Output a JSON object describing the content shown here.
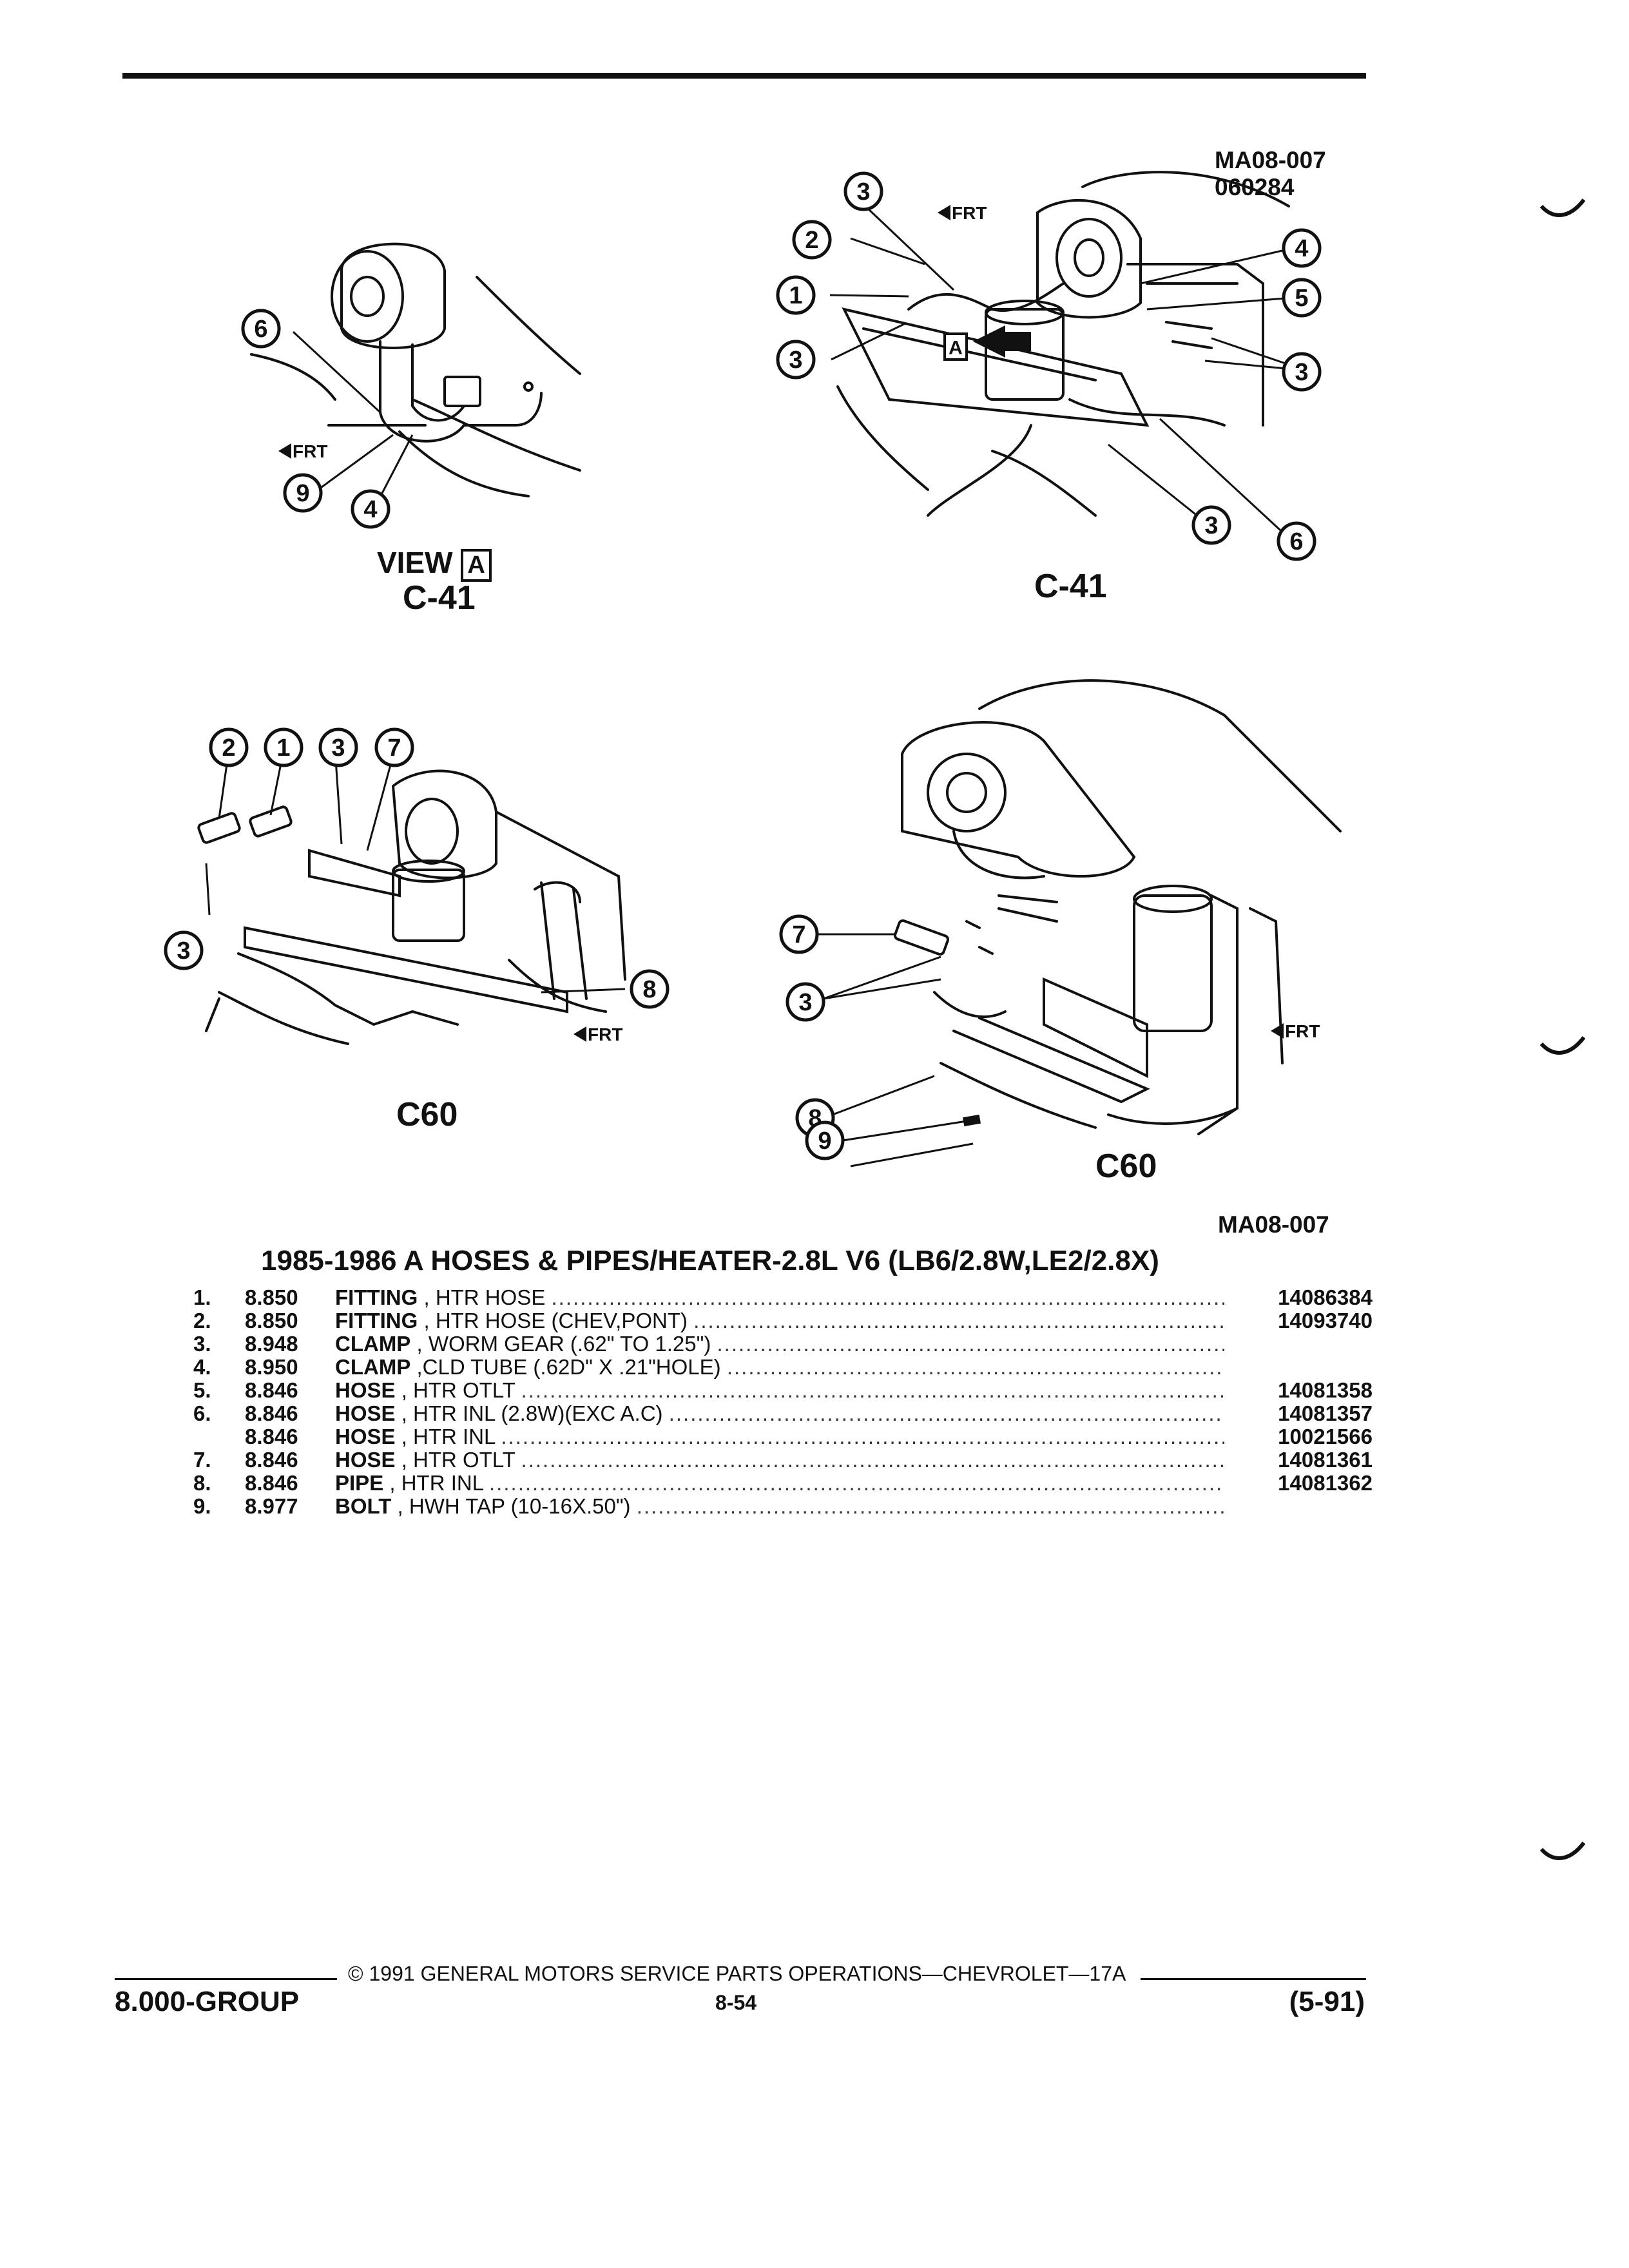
{
  "header": {
    "figure_code": "MA08-007",
    "figure_date": "060284"
  },
  "figures": {
    "view_a": {
      "view_word": "VIEW",
      "view_letter": "A",
      "caption": "C-41",
      "frt": "FRT",
      "callouts": [
        "6",
        "9",
        "4"
      ]
    },
    "c41": {
      "caption": "C-41",
      "frt": "FRT",
      "view_letter": "A",
      "callouts": [
        "3",
        "2",
        "1",
        "3",
        "4",
        "5",
        "3",
        "3",
        "6"
      ]
    },
    "c60_left": {
      "caption": "C60",
      "frt": "FRT",
      "callouts": [
        "2",
        "1",
        "3",
        "7",
        "3",
        "8"
      ]
    },
    "c60_right": {
      "caption": "C60",
      "frt": "FRT",
      "callouts": [
        "7",
        "3",
        "8",
        "9"
      ]
    }
  },
  "figure_ref": "MA08-007",
  "parts_list": {
    "title": "1985-1986 A HOSES & PIPES/HEATER-2.8L V6 (LB6/2.8W,LE2/2.8X)",
    "items": [
      {
        "num": "1.",
        "code": "8.850",
        "name": "FITTING",
        "desc": ", HTR HOSE",
        "part": "14086384"
      },
      {
        "num": "2.",
        "code": "8.850",
        "name": "FITTING",
        "desc": ", HTR HOSE (CHEV,PONT)",
        "part": "14093740"
      },
      {
        "num": "3.",
        "code": "8.948",
        "name": "CLAMP",
        "desc": ", WORM GEAR (.62\" TO 1.25\")",
        "part": ""
      },
      {
        "num": "4.",
        "code": "8.950",
        "name": "CLAMP",
        "desc": ",CLD TUBE (.62D\" X .21\"HOLE)",
        "part": ""
      },
      {
        "num": "5.",
        "code": "8.846",
        "name": "HOSE",
        "desc": ", HTR OTLT",
        "part": "14081358"
      },
      {
        "num": "6.",
        "code": "8.846",
        "name": "HOSE",
        "desc": ", HTR INL (2.8W)(EXC A.C)",
        "part": "14081357"
      },
      {
        "num": "",
        "code": "8.846",
        "name": "HOSE",
        "desc": ", HTR INL",
        "part": "10021566"
      },
      {
        "num": "7.",
        "code": "8.846",
        "name": "HOSE",
        "desc": ", HTR OTLT",
        "part": "14081361"
      },
      {
        "num": "8.",
        "code": "8.846",
        "name": "PIPE",
        "desc": ", HTR INL",
        "part": "14081362"
      },
      {
        "num": "9.",
        "code": "8.977",
        "name": "BOLT",
        "desc": ", HWH TAP (10-16X.50\")",
        "part": ""
      }
    ]
  },
  "footer": {
    "copyright": "© 1991 GENERAL MOTORS SERVICE PARTS OPERATIONS—CHEVROLET—17A",
    "group": "8.000-GROUP",
    "page": "8-54",
    "date": "(5-91)"
  }
}
